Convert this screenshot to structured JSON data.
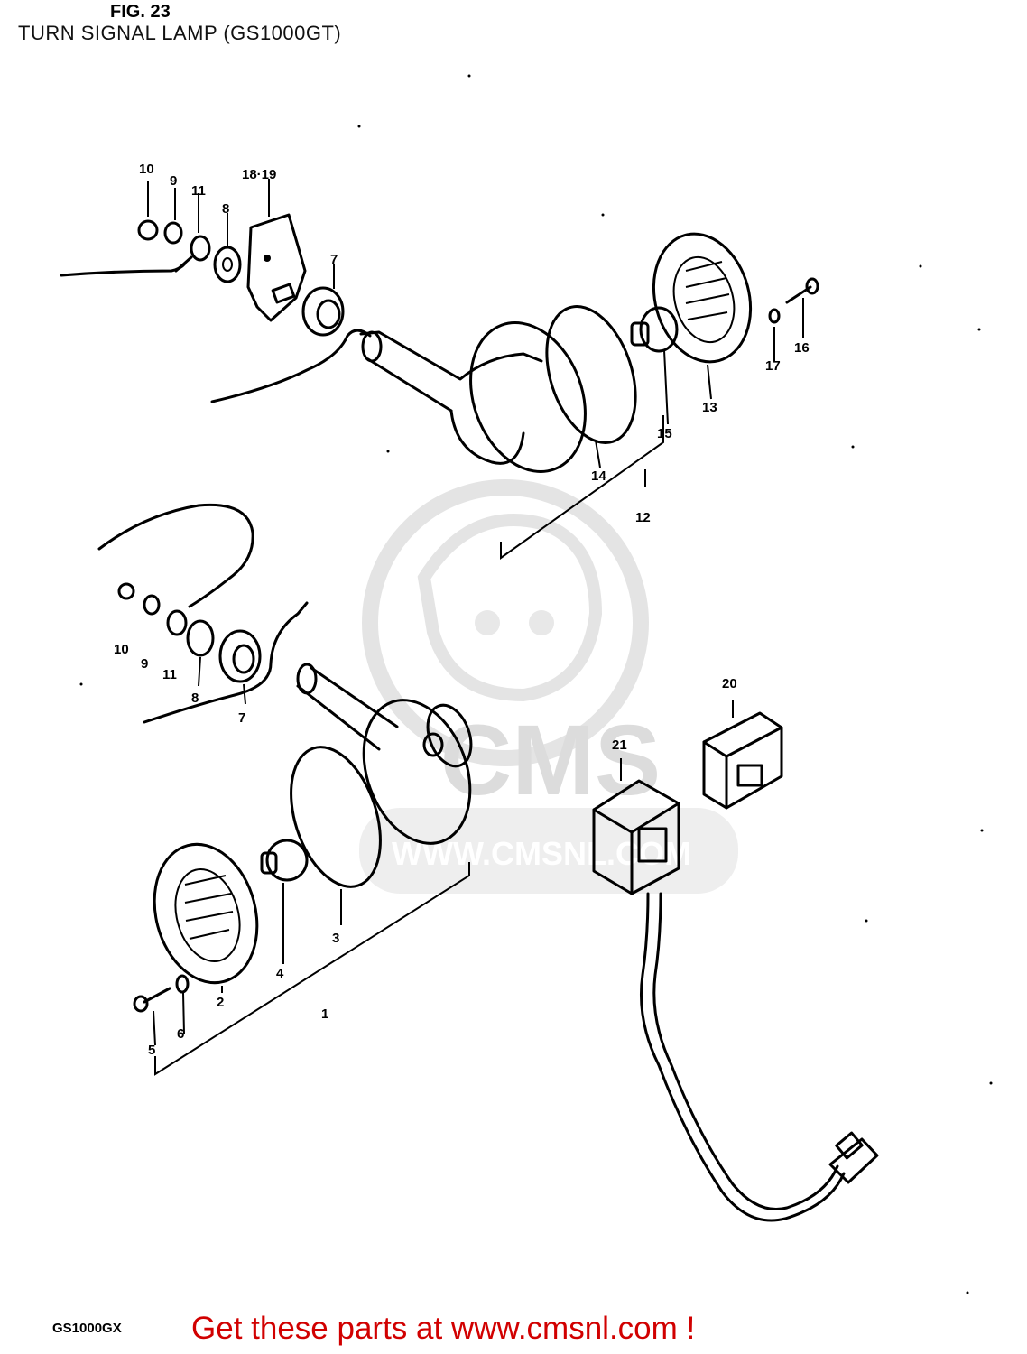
{
  "title": "TURN SIGNAL LAMP (GS1000GT)",
  "figure_label": "FIG. 23",
  "model_label": "GS1000GX",
  "cta_text": "Get these parts at www.cmsnl.com !",
  "watermark": {
    "brand": "CMS",
    "url": "WWW.CMSNL.COM"
  },
  "part_labels": {
    "p1": "1",
    "p2": "2",
    "p3": "3",
    "p4": "4",
    "p5": "5",
    "p6": "6",
    "p7a": "7",
    "p7b": "7",
    "p8a": "8",
    "p8b": "8",
    "p9a": "9",
    "p9b": "9",
    "p10a": "10",
    "p10b": "10",
    "p11a": "11",
    "p11b": "11",
    "p12": "12",
    "p13": "13",
    "p14": "14",
    "p15": "15",
    "p16": "16",
    "p17": "17",
    "p18_19": "18·19",
    "p20": "20",
    "p21": "21"
  }
}
